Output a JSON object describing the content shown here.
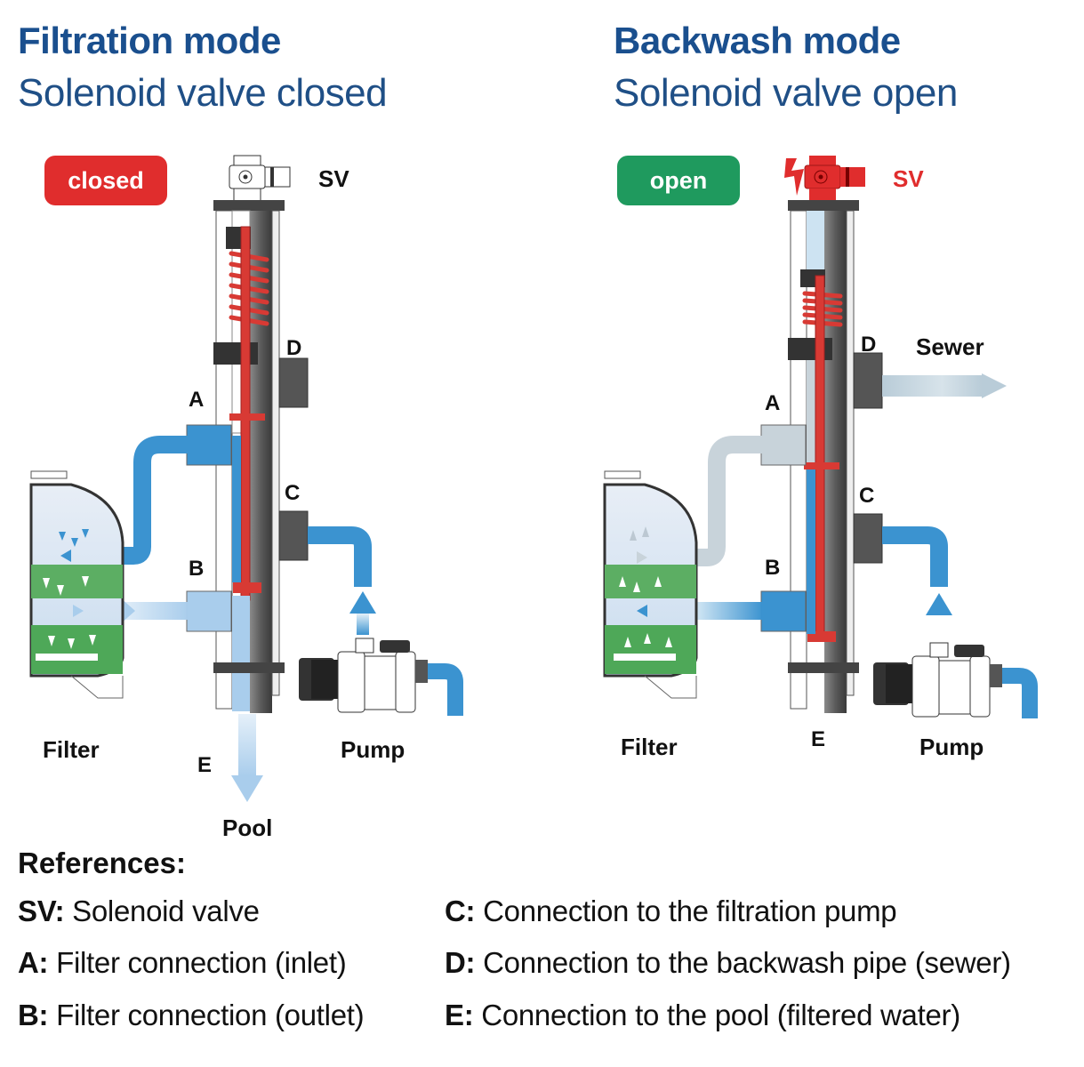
{
  "panels": [
    {
      "id": "filtration",
      "title": "Filtration mode",
      "subtitle": "Solenoid valve closed",
      "badge": "closed",
      "badge_state": "closed",
      "sv_label": "SV",
      "ports": {
        "A": "A",
        "B": "B",
        "C": "C",
        "D": "D",
        "E": "E"
      },
      "labels": {
        "filter": "Filter",
        "pump": "Pump",
        "pool": "Pool"
      }
    },
    {
      "id": "backwash",
      "title": "Backwash mode",
      "subtitle": "Solenoid valve open",
      "badge": "open",
      "badge_state": "open",
      "sv_label": "SV",
      "ports": {
        "A": "A",
        "B": "B",
        "C": "C",
        "D": "D",
        "E": "E"
      },
      "labels": {
        "filter": "Filter",
        "pump": "Pump",
        "sewer": "Sewer"
      }
    }
  ],
  "colors": {
    "title_blue": "#1a4f8e",
    "closed_red": "#e02d2d",
    "open_green": "#1f9a5e",
    "water_blue": "#3b93d0",
    "light_water": "#a9cdec",
    "filter_green": "#5cae63"
  },
  "references": {
    "title": "References:",
    "items": [
      {
        "key": "SV:",
        "text": "Solenoid valve"
      },
      {
        "key": "A:",
        "text": "Filter connection (inlet)"
      },
      {
        "key": "B:",
        "text": "Filter connection (outlet)"
      },
      {
        "key": "C:",
        "text": "Connection to the filtration pump"
      },
      {
        "key": "D:",
        "text": "Connection to the backwash pipe (sewer)"
      },
      {
        "key": "E:",
        "text": "Connection to the pool (filtered water)"
      }
    ]
  }
}
